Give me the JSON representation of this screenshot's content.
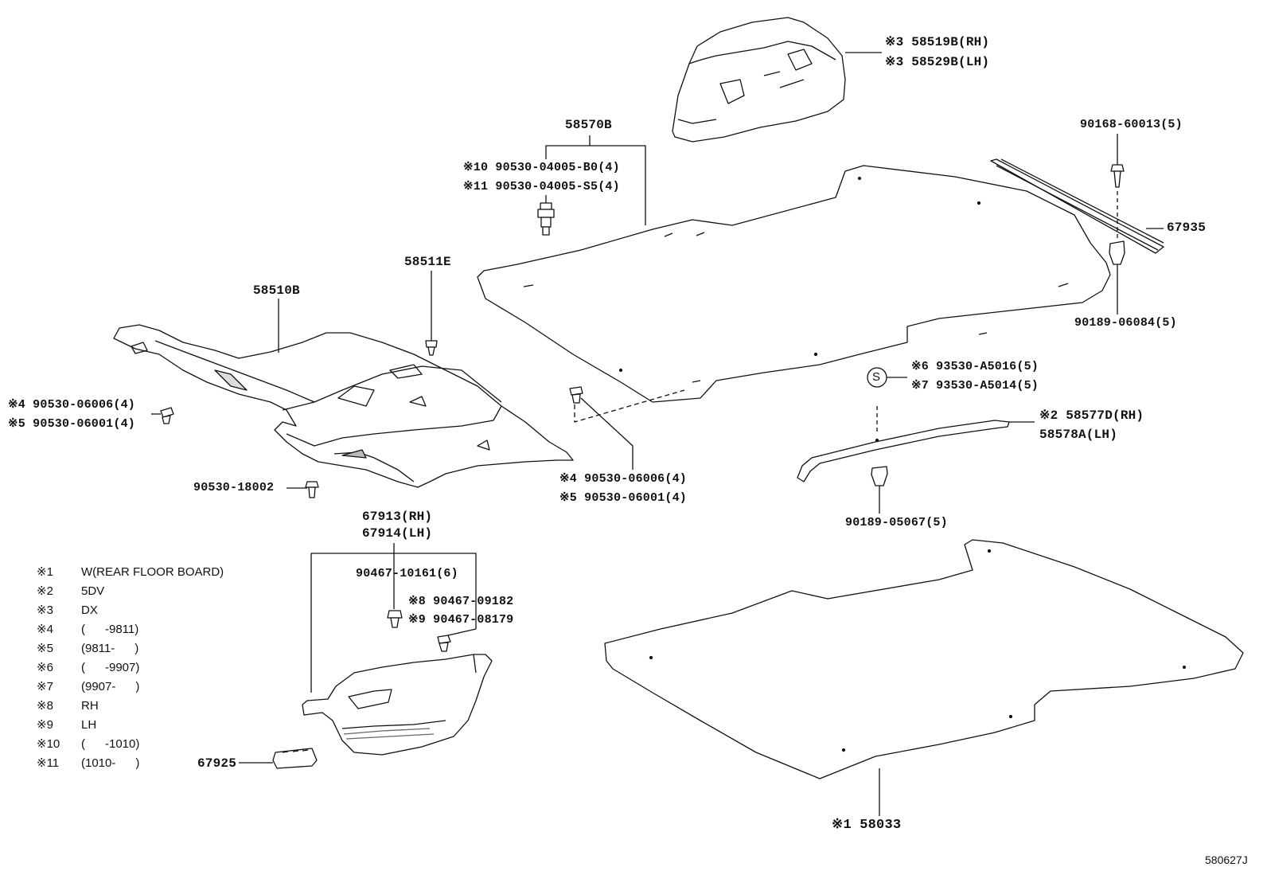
{
  "labels": {
    "p58519b": "※3 58519B(RH)",
    "p58529b": "※3 58529B(LH)",
    "p58570b": "58570B",
    "p90530_b0": "※10 90530-04005-B0(4)",
    "p90530_s5": "※11 90530-04005-S5(4)",
    "p90168": "90168-60013(5)",
    "p67935": "67935",
    "p90189_06084": "90189-06084(5)",
    "p58511e": "58511E",
    "p58510b": "58510B",
    "p90530_06006_left": "※4 90530-06006(4)",
    "p90530_06001_left": "※5 90530-06001(4)",
    "p90530_18002": "90530-18002",
    "p93530_a5016": "※6 93530-A5016(5)",
    "p93530_a5014": "※7 93530-A5014(5)",
    "s_mark": "S",
    "p58577d": "※2 58577D(RH)",
    "p58578a": "58578A(LH)",
    "p90530_06006_mid": "※4  90530-06006(4)",
    "p90530_06001_mid": "※5  90530-06001(4)",
    "p90189_05067": "90189-05067(5)",
    "p67913": "67913(RH)",
    "p67914": "67914(LH)",
    "p90467_10161": "90467-10161(6)",
    "p90467_09182": "※8 90467-09182",
    "p90467_08179": "※9 90467-08179",
    "p67925": "67925",
    "p58033": "※1 58033"
  },
  "notes": [
    {
      "key": "※1",
      "text": "W(REAR FLOOR BOARD)"
    },
    {
      "key": "※2",
      "text": "5DV"
    },
    {
      "key": "※3",
      "text": "DX"
    },
    {
      "key": "※4",
      "text": "(      -9811)"
    },
    {
      "key": "※5",
      "text": "(9811-      )"
    },
    {
      "key": "※6",
      "text": "(      -9907)"
    },
    {
      "key": "※7",
      "text": "(9907-      )"
    },
    {
      "key": "※8",
      "text": "RH"
    },
    {
      "key": "※9",
      "text": "LH"
    },
    {
      "key": "※10",
      "text": "(      -1010)"
    },
    {
      "key": "※11",
      "text": "(1010-      )"
    }
  ],
  "diagram_code": "580627J"
}
